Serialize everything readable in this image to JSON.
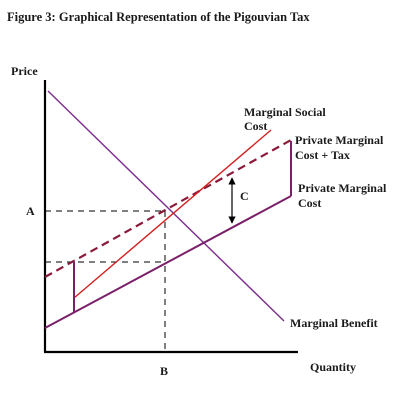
{
  "figure": {
    "title": "Figure 3: Graphical Representation of the Pigouvian Tax"
  },
  "axes": {
    "y_label": "Price",
    "x_label": "Quantity",
    "y_mark": "A",
    "x_mark": "B"
  },
  "curves": {
    "msc": {
      "label_line1": "Marginal Social",
      "label_line2": "Cost",
      "color": "#d42020"
    },
    "pmc_tax": {
      "label_line1": "Private Marginal",
      "label_line2": "Cost + Tax",
      "color": "#8b1a3a"
    },
    "pmc": {
      "label_line1": "Private Marginal",
      "label_line2": "Cost",
      "color": "#7a1f6a"
    },
    "mb": {
      "label": "Marginal Benefit",
      "color": "#7b2d8e"
    }
  },
  "annotations": {
    "tax_gap": "C"
  }
}
